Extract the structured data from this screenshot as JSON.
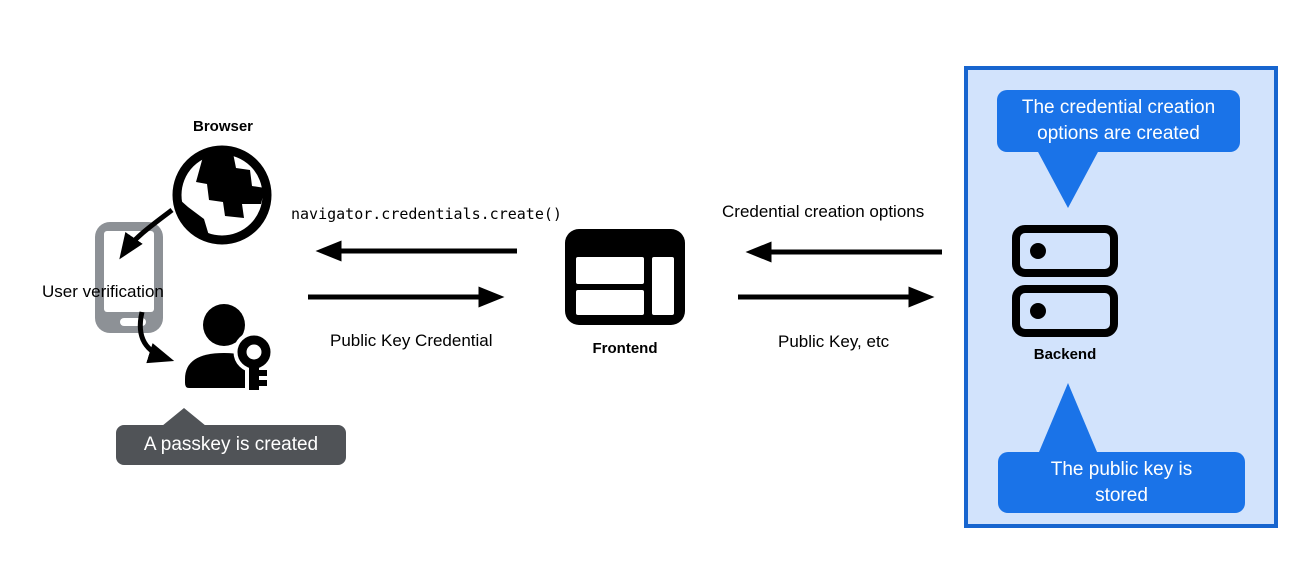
{
  "colors": {
    "background": "#ffffff",
    "accent_blue_bubble": "#1a73e8",
    "box_border_blue": "#1765cf",
    "box_fill_light_blue": "#d2e3fc",
    "tooltip_gray": "#505357",
    "phone_gray": "#8d9196",
    "icon_black": "#000000"
  },
  "nodes": {
    "browser": {
      "label": "Browser"
    },
    "user_verification": {
      "label": "User verification"
    },
    "frontend": {
      "label": "Frontend"
    },
    "backend": {
      "label": "Backend"
    }
  },
  "tooltips": {
    "passkey_created": {
      "text": "A passkey is created"
    },
    "creation_options": {
      "text": "The credential creation\noptions are created"
    },
    "public_key_stored": {
      "text": "The public key is\nstored"
    }
  },
  "arrows": {
    "frontend_to_browser": {
      "label": "navigator.credentials.create()"
    },
    "browser_to_frontend": {
      "label": "Public Key Credential"
    },
    "backend_to_frontend": {
      "label": "Credential creation options"
    },
    "frontend_to_backend": {
      "label": "Public Key, etc"
    }
  },
  "icons": [
    "globe-browser-icon",
    "phone-icon",
    "user-with-key-icon",
    "browser-window-frontend-icon",
    "server-backend-icon"
  ]
}
